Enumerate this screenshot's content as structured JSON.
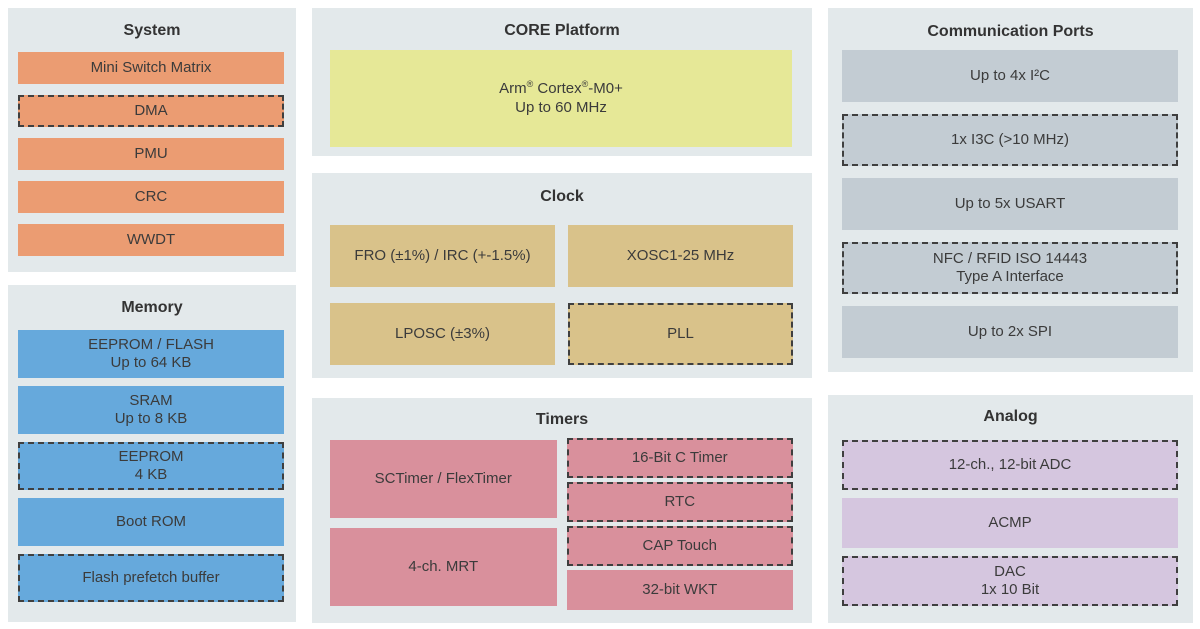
{
  "colors": {
    "panel_bg": "#e3e9eb",
    "system_block": "#eb9c72",
    "memory_block": "#66a9dc",
    "core_block": "#e6e897",
    "clock_block": "#d9c28a",
    "timers_block": "#d9909c",
    "comm_block": "#c3ccd3",
    "analog_block": "#d5c6df",
    "text": "#3b3b3b",
    "dash_border": "#3f3f3f"
  },
  "panels": {
    "system": {
      "title": "System",
      "blocks": [
        {
          "label": "Mini Switch Matrix",
          "dashed": false
        },
        {
          "label": "DMA",
          "dashed": true
        },
        {
          "label": "PMU",
          "dashed": false
        },
        {
          "label": "CRC",
          "dashed": false
        },
        {
          "label": "WWDT",
          "dashed": false
        }
      ]
    },
    "memory": {
      "title": "Memory",
      "blocks": [
        {
          "line1": "EEPROM / FLASH",
          "line2": "Up to 64 KB",
          "dashed": false
        },
        {
          "line1": "SRAM",
          "line2": "Up to 8 KB",
          "dashed": false
        },
        {
          "line1": "EEPROM",
          "line2": "4 KB",
          "dashed": true
        },
        {
          "line1": "Boot ROM",
          "line2": "",
          "dashed": false
        },
        {
          "line1": "Flash prefetch buffer",
          "line2": "",
          "dashed": true
        }
      ]
    },
    "core": {
      "title": "CORE Platform",
      "block": {
        "brand": "Arm",
        "reg1": "®",
        "cpu": " Cortex",
        "reg2": "®",
        "model": "-M0+",
        "line2": "Up to 60 MHz",
        "dashed": false
      }
    },
    "clock": {
      "title": "Clock",
      "blocks": [
        {
          "label": "FRO (±1%) / IRC (+-1.5%)",
          "dashed": false
        },
        {
          "label": "XOSC1-25 MHz",
          "dashed": false
        },
        {
          "label": "LPOSC (±3%)",
          "dashed": false
        },
        {
          "label": "PLL",
          "dashed": true
        }
      ]
    },
    "timers": {
      "title": "Timers",
      "left_blocks": [
        {
          "label": "SCTimer / FlexTimer",
          "dashed": false
        },
        {
          "label": "4-ch. MRT",
          "dashed": false
        }
      ],
      "right_blocks": [
        {
          "label": "16-Bit C Timer",
          "dashed": true
        },
        {
          "label": "RTC",
          "dashed": true
        },
        {
          "label": "CAP Touch",
          "dashed": true
        },
        {
          "label": "32-bit WKT",
          "dashed": false
        }
      ]
    },
    "comm": {
      "title": "Communication Ports",
      "blocks": [
        {
          "label": "Up to 4x I²C",
          "dashed": false
        },
        {
          "label": "1x I3C (>10 MHz)",
          "dashed": true
        },
        {
          "label": "Up to 5x USART",
          "dashed": false
        },
        {
          "line1": "NFC / RFID ISO 14443",
          "line2": "Type A Interface",
          "dashed": true
        },
        {
          "label": "Up to 2x SPI",
          "dashed": false
        }
      ]
    },
    "analog": {
      "title": "Analog",
      "blocks": [
        {
          "label": "12-ch., 12-bit ADC",
          "dashed": true
        },
        {
          "label": "ACMP",
          "dashed": false
        },
        {
          "line1": "DAC",
          "line2": "1x 10 Bit",
          "dashed": true
        }
      ]
    }
  }
}
